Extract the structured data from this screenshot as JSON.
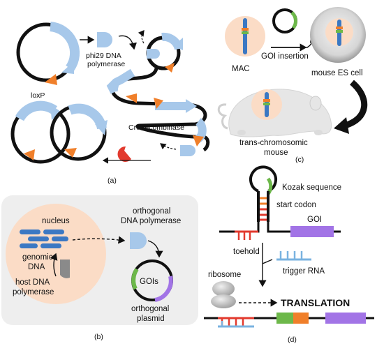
{
  "panel_a": {
    "loxp": "loxP",
    "phi29_line1": "phi29 DNA",
    "phi29_line2": "polymerase",
    "cre": "Cre recombinase",
    "caption": "(a)"
  },
  "panel_b": {
    "nucleus": "nucleus",
    "genomic_line1": "genomic",
    "genomic_line2": "DNA",
    "host_line1": "host DNA",
    "host_line2": "polymerase",
    "ortho_pol_line1": "orthogonal",
    "ortho_pol_line2": "DNA polymerase",
    "gois": "GOIs",
    "ortho_plasmid_line1": "orthogonal",
    "ortho_plasmid_line2": "plasmid",
    "caption": "(b)"
  },
  "panel_c": {
    "mac": "MAC",
    "goi_insertion": "GOI insertion",
    "es_cell": "mouse ES cell",
    "trans_line1": "trans-chromosomic",
    "trans_line2": "mouse",
    "caption": "(c)"
  },
  "panel_d": {
    "kozak": "Kozak sequence",
    "start_codon": "start codon",
    "goi": "GOI",
    "toehold": "toehold",
    "trigger": "trigger RNA",
    "ribosome": "ribosome",
    "translation": "TRANSLATION",
    "caption": "(d)"
  },
  "colors": {
    "blue": "#a7c8ea",
    "orange": "#f07f2a",
    "red": "#e23a2e",
    "purple": "#a274e6",
    "green": "#6db84a",
    "peach": "#fbdcc6",
    "panel_bg": "#eeeeee"
  }
}
